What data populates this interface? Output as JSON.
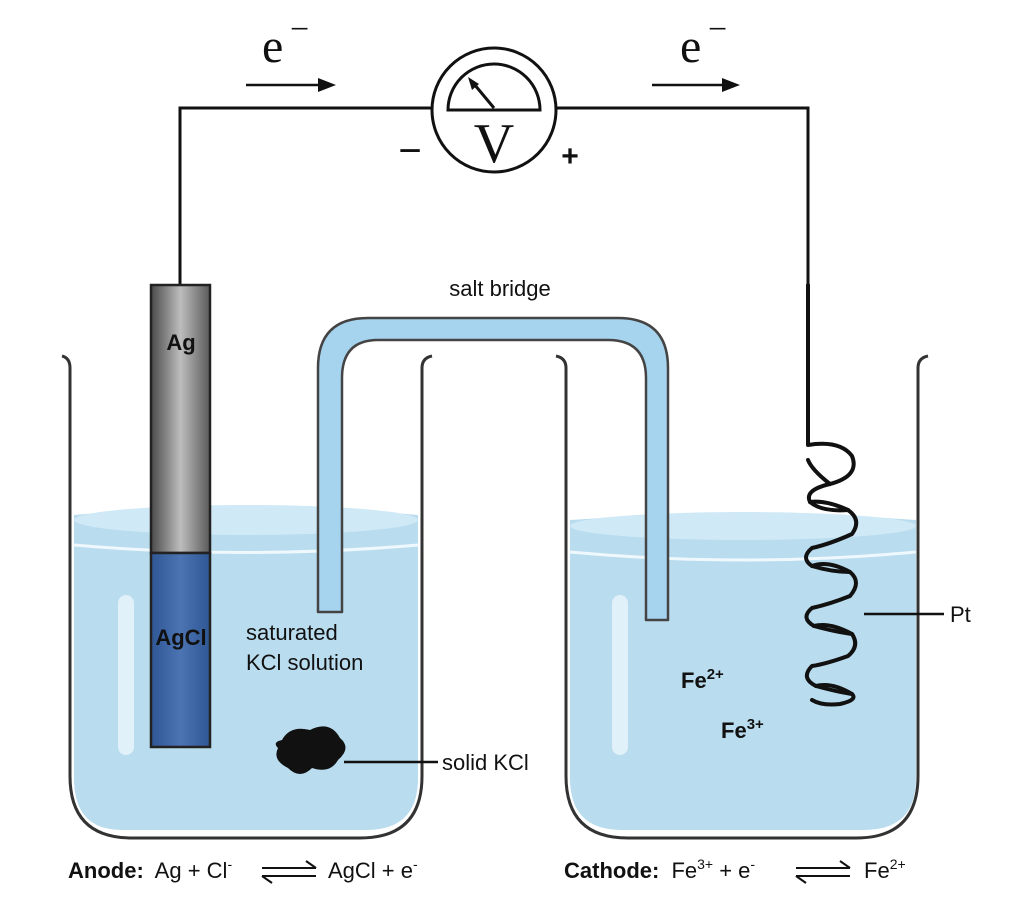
{
  "electron_left": {
    "symbol": "e",
    "charge": "−"
  },
  "electron_right": {
    "symbol": "e",
    "charge": "−"
  },
  "voltmeter": {
    "symbol": "V",
    "minus_sign": "−",
    "plus_sign": "+"
  },
  "labels": {
    "salt_bridge": "salt bridge",
    "ag": "Ag",
    "agcl": "AgCl",
    "kcl_solution_line1": "saturated",
    "kcl_solution_line2": "KCl solution",
    "solid_kcl": "solid KCl",
    "pt": "Pt"
  },
  "ions": {
    "fe2": {
      "base": "Fe",
      "sup": "2+"
    },
    "fe3": {
      "base": "Fe",
      "sup": "3+"
    }
  },
  "anode_equation": {
    "label": "Anode:",
    "left_a": "Ag + Cl",
    "left_a_sup": "-",
    "right": "AgCl + e",
    "right_sup": "-"
  },
  "cathode_equation": {
    "label": "Cathode:",
    "left_a": "Fe",
    "left_a_sup": "3+",
    "left_b": " + e",
    "left_b_sup": "-",
    "right": "Fe",
    "right_sup": "2+"
  },
  "colors": {
    "solution": "#b9dcee",
    "solution_top": "#cfe9f6",
    "tube_fill": "#a6d3ee",
    "tube_outline": "#444444",
    "agcl": "#3f67a6",
    "wire": "#111111"
  }
}
